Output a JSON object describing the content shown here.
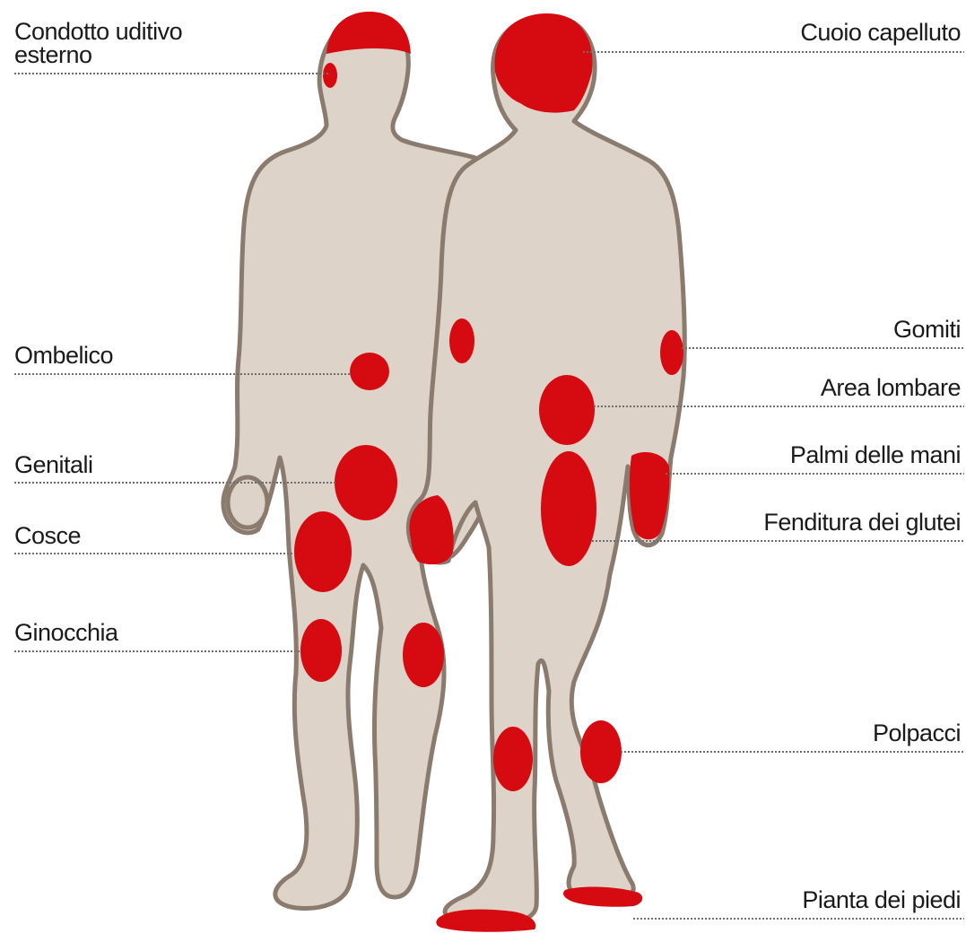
{
  "colors": {
    "skin": "#ddd3c8",
    "outline": "#8a7b6e",
    "spot": "#d60b12",
    "text": "#1a1a1a"
  },
  "labels": {
    "left": {
      "ear_canal_line1": "Condotto uditivo",
      "ear_canal_line2": "esterno",
      "navel": "Ombelico",
      "genitals": "Genitali",
      "thighs": "Cosce",
      "knees": "Ginocchia"
    },
    "right": {
      "scalp": "Cuoio capelluto",
      "elbows": "Gomiti",
      "lower_back": "Area lombare",
      "palms": "Palmi delle mani",
      "gluteal_cleft": "Fenditura dei glutei",
      "calves": "Polpacci",
      "soles": "Pianta dei piedi"
    }
  }
}
